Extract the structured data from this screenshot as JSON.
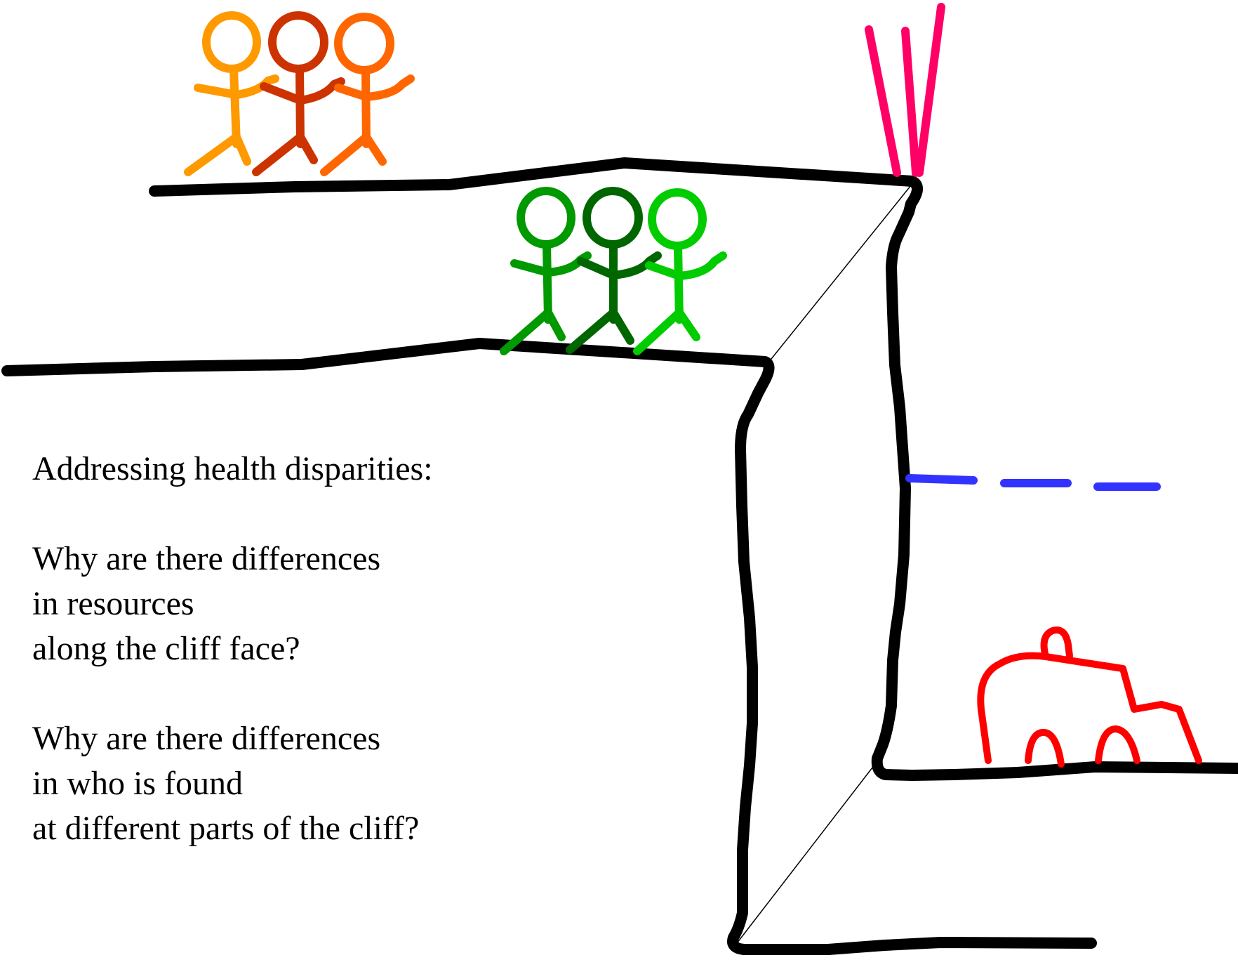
{
  "caption": {
    "heading": "Addressing health disparities:",
    "question1": [
      "Why are there differences",
      "in resources",
      "along the cliff face?"
    ],
    "question2": [
      "Why are there differences",
      "in who is found",
      "at different parts of the cliff?"
    ]
  },
  "colors": {
    "cliff": "#000000",
    "top_people": [
      "#ff9900",
      "#cc3300",
      "#ff6600"
    ],
    "middle_people": [
      "#009900",
      "#006600",
      "#00cc00"
    ],
    "fence": "#ff0066",
    "dashed_line": "#3333ff",
    "ambulance": "#ff0000"
  },
  "icons": {
    "top_people": "stick-figure-group",
    "middle_people": "stick-figure-group",
    "fence": "fence-posts",
    "ambulance": "ambulance-outline",
    "dashed_line": "dashed-level-line"
  }
}
